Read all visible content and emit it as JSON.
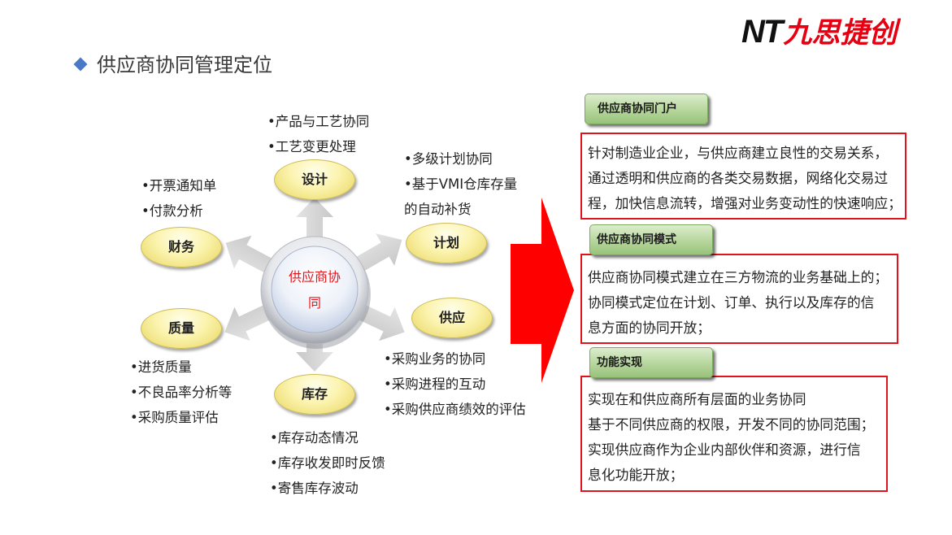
{
  "logo": {
    "mark": "NT",
    "name": "九思捷创",
    "mark_color": "#111111",
    "name_color": "#e60012"
  },
  "title": {
    "bullet_icon": "diamond-icon",
    "bullet_color": "#4a78c8",
    "text": "供应商协同管理定位"
  },
  "diagram": {
    "center": {
      "label": "供应商协同",
      "label_color": "#e8141a"
    },
    "nodes": {
      "design": {
        "label": "设计",
        "lines": [
          "产品与工艺协同",
          "工艺变更处理"
        ]
      },
      "plan": {
        "label": "计划",
        "lines": [
          "多级计划协同",
          "基于VMI仓库存量",
          "的自动补货"
        ]
      },
      "supply": {
        "label": "供应",
        "lines": [
          "采购业务的协同",
          "采购进程的互动",
          "采购供应商绩效的评估"
        ]
      },
      "inventory": {
        "label": "库存",
        "lines": [
          "库存动态情况",
          "库存收发即时反馈",
          "寄售库存波动"
        ]
      },
      "quality": {
        "label": "质量",
        "lines": [
          "进货质量",
          "不良品率分析等",
          "采购质量评估"
        ]
      },
      "finance": {
        "label": "财务",
        "lines": [
          "开票通知单",
          "付款分析"
        ]
      }
    }
  },
  "panels": [
    {
      "tab": "供应商协同门户",
      "lines": [
        "针对制造业企业，与供应商建立良性的交易关系，",
        "通过透明和供应商的各类交易数据，网络化交易过",
        "程，加快信息流转，增强对业务变动性的快速响应；"
      ]
    },
    {
      "tab": "供应商协同模式",
      "lines": [
        "供应商协同模式建立在三方物流的业务基础上的；",
        "协同模式定位在计划、订单、执行以及库存的信",
        "息方面的协同开放；"
      ]
    },
    {
      "tab": "功能实现",
      "lines": [
        "实现在和供应商所有层面的业务协同",
        "基于不同供应商的权限，开发不同的协同范围；",
        "实现供应商作为企业内部伙伴和资源，进行信",
        "息化功能开放；"
      ]
    }
  ],
  "colors": {
    "panel_border": "#e2141b",
    "big_arrow": "#ff0000",
    "tab_green": "#b9d8a0",
    "node_yellow": "#fbf3ad",
    "spoke_gray": "#d6d6d6"
  }
}
